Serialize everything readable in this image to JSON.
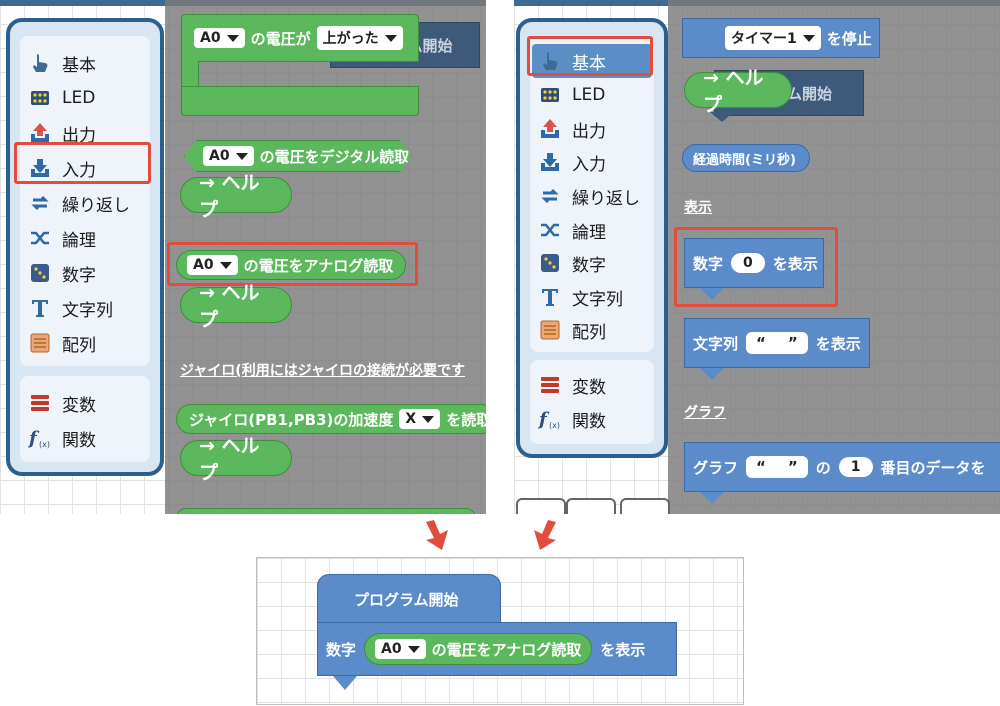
{
  "left_panel": {
    "categories_main": [
      {
        "label": "基本",
        "icon": "hand-icon"
      },
      {
        "label": "LED",
        "icon": "led-grid-icon"
      },
      {
        "label": "出力",
        "icon": "upload-tray-icon"
      },
      {
        "label": "入力",
        "icon": "download-tray-icon"
      },
      {
        "label": "繰り返し",
        "icon": "loop-icon"
      },
      {
        "label": "論理",
        "icon": "shuffle-icon"
      },
      {
        "label": "数字",
        "icon": "dice-icon"
      },
      {
        "label": "文字列",
        "icon": "text-t-icon"
      },
      {
        "label": "配列",
        "icon": "array-icon"
      }
    ],
    "categories_extra": [
      {
        "label": "変数",
        "icon": "stack-icon"
      },
      {
        "label": "関数",
        "icon": "function-icon"
      }
    ],
    "blocks": {
      "voltage_event": {
        "pin": "A0",
        "text": "の電圧が",
        "direction": "上がった"
      },
      "behind_event_text": "ラム開始",
      "digital_read": {
        "pin": "A0",
        "text": "の電圧をデジタル読取"
      },
      "help_label": "→ ヘルプ",
      "analog_read": {
        "pin": "A0",
        "text": "の電圧をアナログ読取"
      },
      "gyro_heading": "ジャイロ(利用にはジャイロの接続が必要です",
      "gyro_block": {
        "text": "ジャイロ(PB1,PB3)の加速度",
        "axis": "X",
        "suffix": "を読取"
      }
    }
  },
  "right_panel": {
    "categories_main": [
      {
        "label": "基本",
        "icon": "hand-icon"
      },
      {
        "label": "LED",
        "icon": "led-grid-icon"
      },
      {
        "label": "出力",
        "icon": "upload-tray-icon"
      },
      {
        "label": "入力",
        "icon": "download-tray-icon"
      },
      {
        "label": "繰り返し",
        "icon": "loop-icon"
      },
      {
        "label": "論理",
        "icon": "shuffle-icon"
      },
      {
        "label": "数字",
        "icon": "dice-icon"
      },
      {
        "label": "文字列",
        "icon": "text-t-icon"
      },
      {
        "label": "配列",
        "icon": "array-icon"
      }
    ],
    "categories_extra": [
      {
        "label": "変数",
        "icon": "stack-icon"
      },
      {
        "label": "関数",
        "icon": "function-icon"
      }
    ],
    "blocks": {
      "timer_stop": {
        "timer": "タイマー1",
        "text": "を停止"
      },
      "help_label": "→ ヘルプ",
      "behind_event_text": "ム開始",
      "elapsed_time": "経過時間(ミリ秒)",
      "display_heading": "表示",
      "show_number": {
        "prefix": "数字",
        "value": "0",
        "suffix": "を表示"
      },
      "show_string": {
        "prefix": "文字列",
        "open_quote": "“",
        "close_quote": "”",
        "suffix": "を表示"
      },
      "graph_heading": "グラフ",
      "graph_block": {
        "prefix": "グラフ",
        "open_quote": "“",
        "close_quote": "”",
        "of": "の",
        "index": "1",
        "suffix": "番目のデータを"
      }
    }
  },
  "result_panel": {
    "program_start": "プログラム開始",
    "number_prefix": "数字",
    "pin": "A0",
    "analog_text": "の電圧をアナログ読取",
    "show_suffix": "を表示"
  },
  "colors": {
    "highlight": "#e24c3c",
    "toolbox_border": "#2c5f8e",
    "green_block": "#5cb85c",
    "blue_block": "#5b8bc8",
    "selected_category": "#5b8ec4"
  }
}
